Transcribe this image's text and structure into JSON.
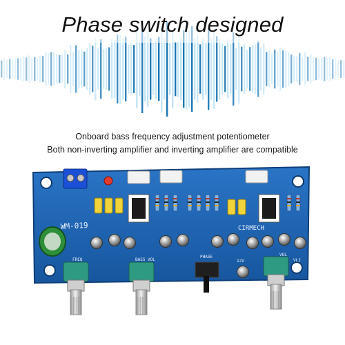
{
  "title": "Phase switch designed",
  "captions": [
    "Onboard bass frequency adjustment potentiometer",
    "Both non-inverting amplifier and inverting amplifier are compatible"
  ],
  "board_silkscreen": {
    "model": "WM-019",
    "brand": "CIRMECH",
    "freq": "FREQ",
    "bass_vol": "BASS VOL",
    "phase": "PHASE",
    "vol": "VOL",
    "power_label": "12V",
    "pot_label": "VL2"
  },
  "colors": {
    "board": "#1d64b4",
    "wave_light": "#bfe3f5",
    "wave_dark": "#0f6fb0",
    "pot_green": "#2f9a82"
  }
}
